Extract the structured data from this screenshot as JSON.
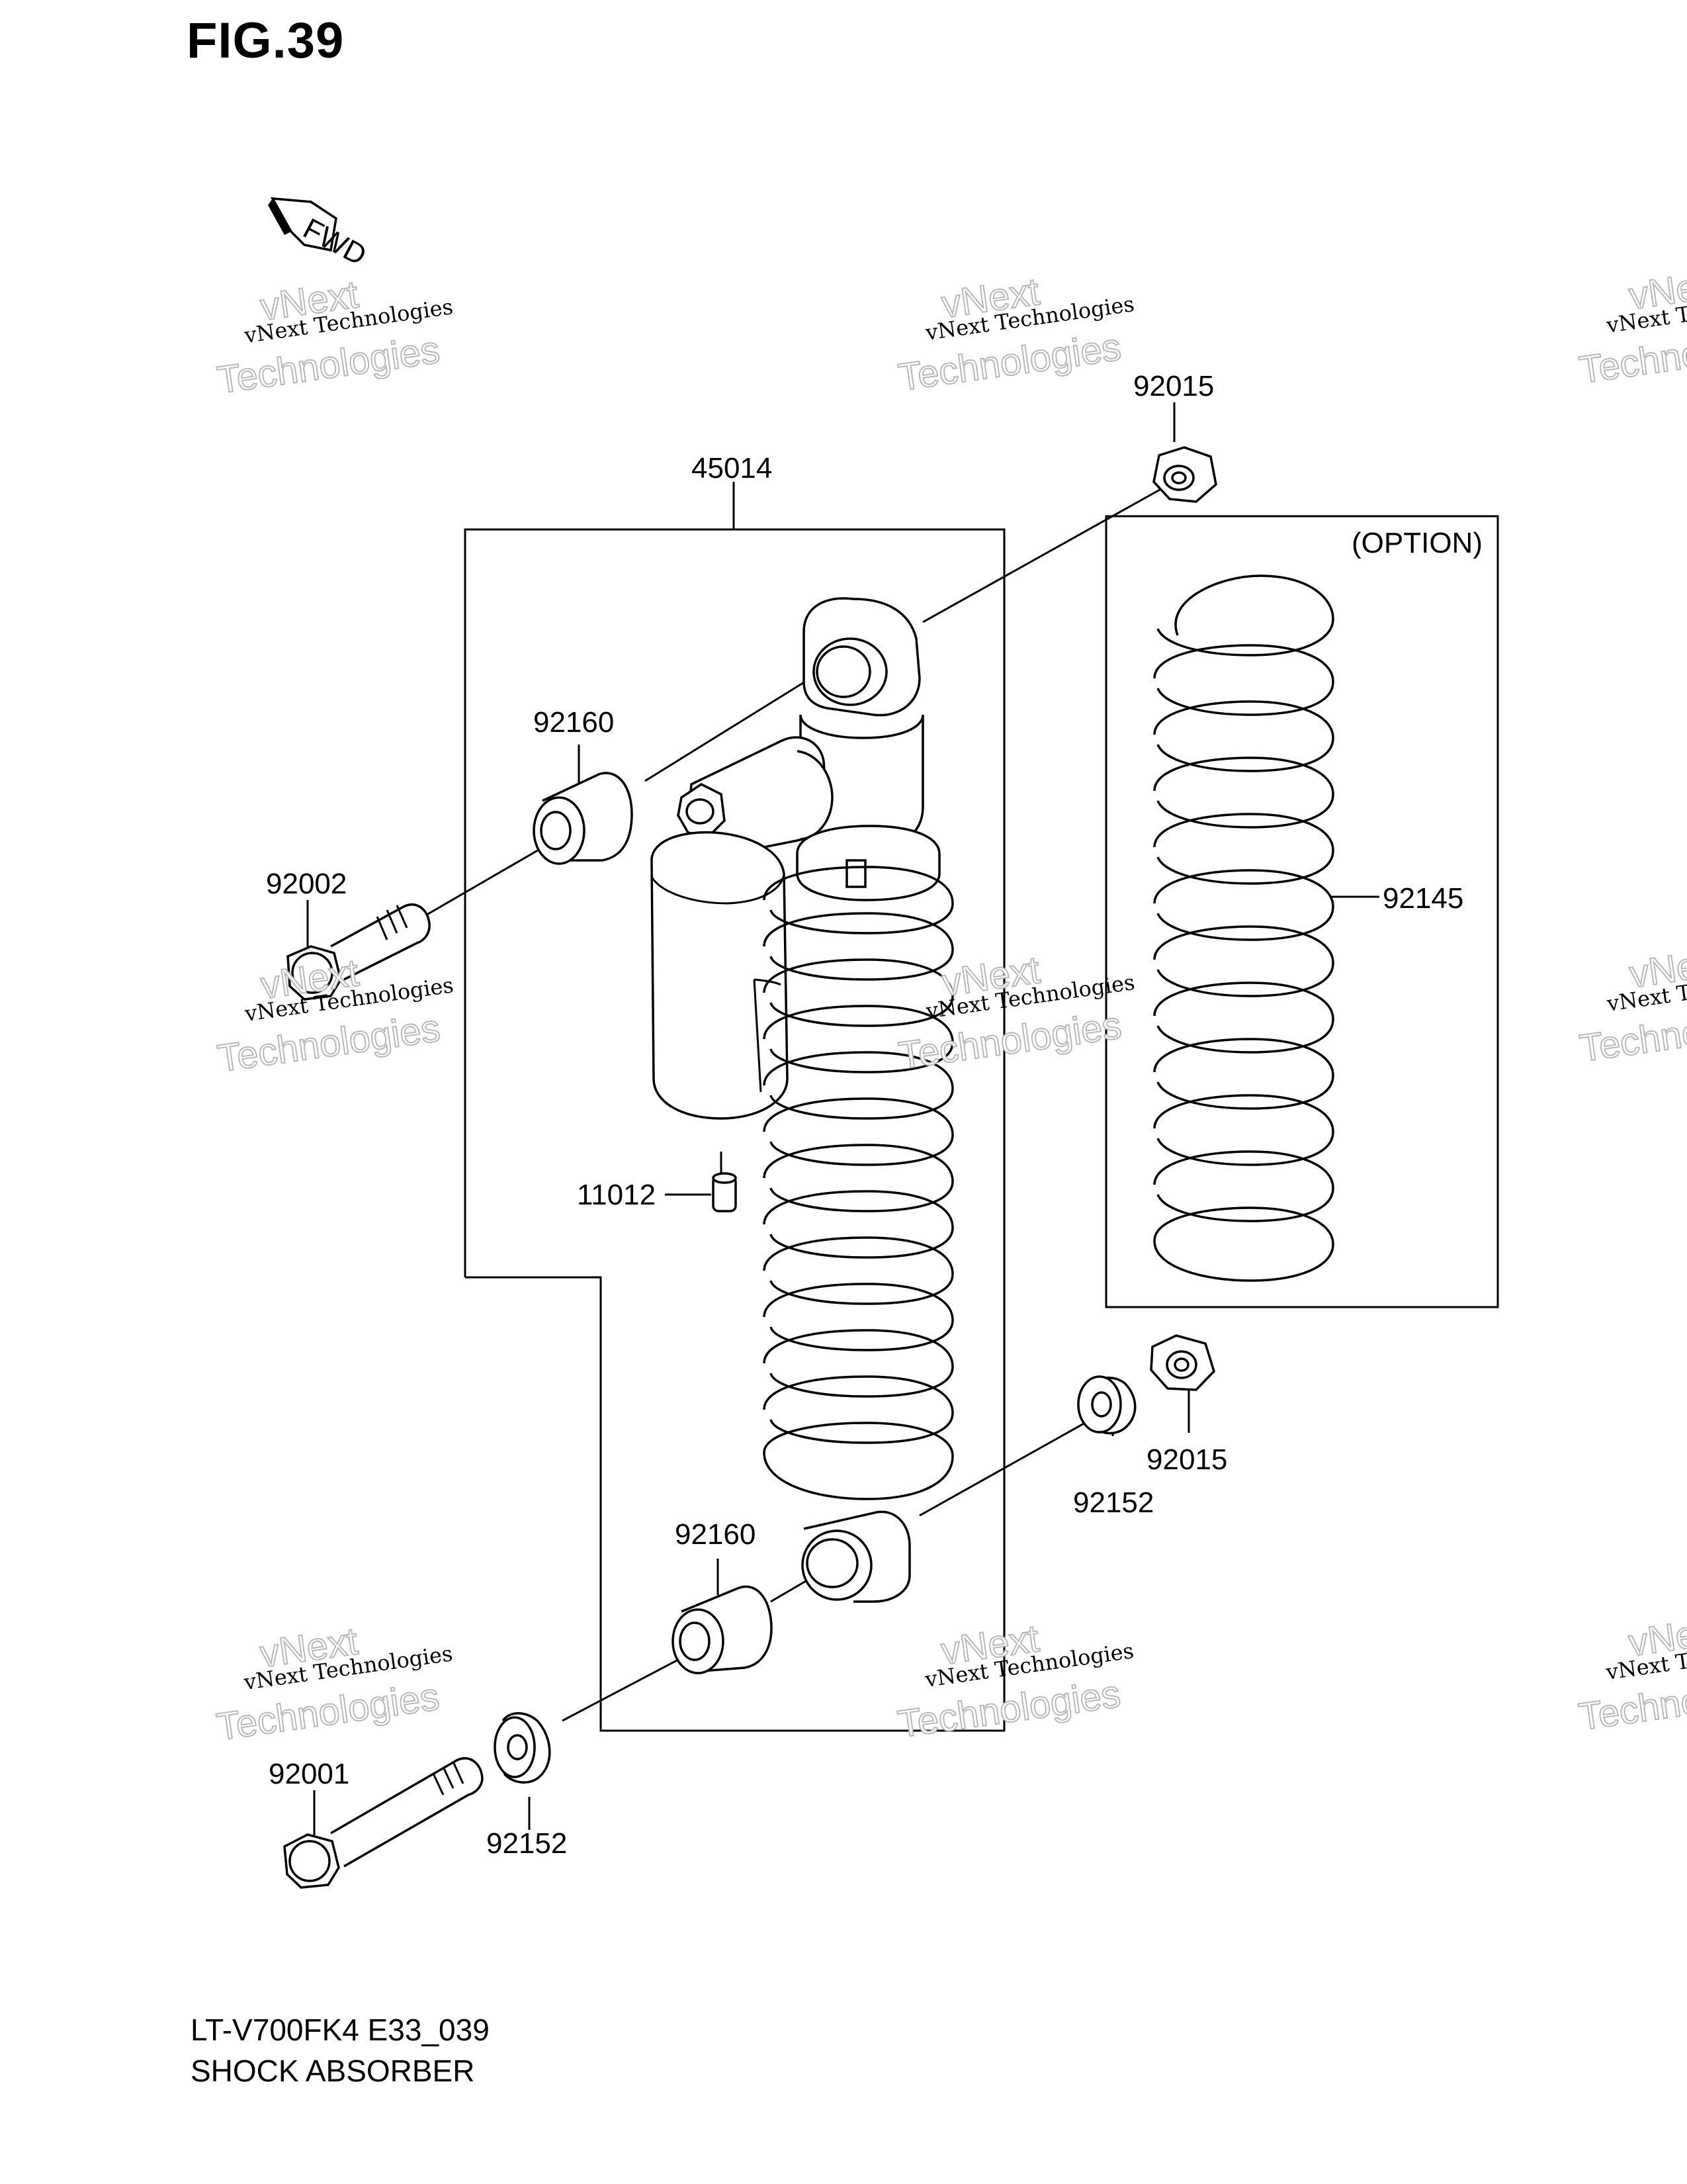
{
  "figure": {
    "title": "FIG.39",
    "model_code": "LT-V700FK4 E33_039",
    "name": "SHOCK ABSORBER",
    "fwd_label": "FWD",
    "option_label": "(OPTION)"
  },
  "parts": {
    "p45014": "45014",
    "p92015_top": "92015",
    "p92160_top": "92160",
    "p92002": "92002",
    "p92145": "92145",
    "p11012": "11012",
    "p92015_bottom": "92015",
    "p92152_right": "92152",
    "p92160_bottom": "92160",
    "p92001": "92001",
    "p92152_left": "92152"
  },
  "watermark": {
    "line1": "vNext Technologies",
    "line2": "Technologies",
    "line3": "vNext"
  }
}
